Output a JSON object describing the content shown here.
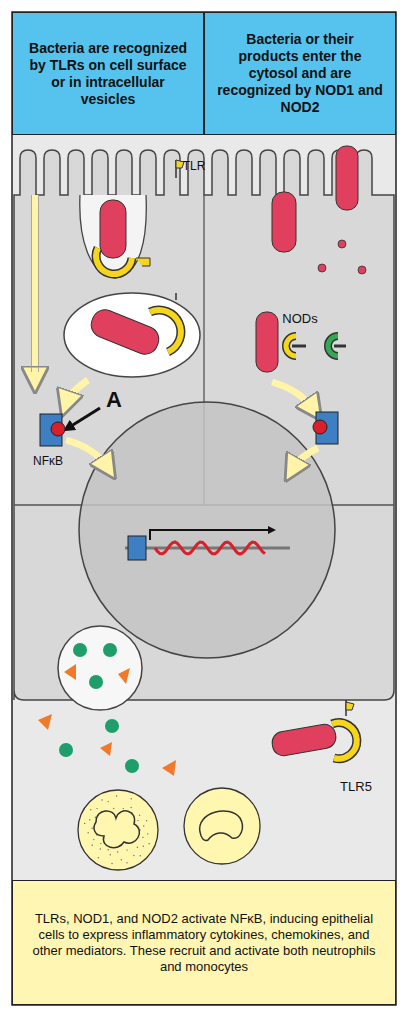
{
  "diagram": {
    "nodes": [
      {
        "text": [
          "Bacteria are recognized by TLRs on cell surface or in intracellular vesicles"
        ]
      },
      {
        "text": [
          "Bacteria or their products enter the cytosol and are recognized by NOD1 and NOD2"
        ]
      },
      {
        "text": [
          "TLRs, NOD1, and NOD2 activate NFκB, inducing epithelial cells to express inflammatory cytokines, chemokines, and other mediators. These recruit and activate both neutrophils and monocytes"
        ]
      }
    ],
    "edges": [],
    "labels": [
      "TLR",
      "A",
      "NFκB",
      "NODs",
      "TLR5"
    ]
  }
}
